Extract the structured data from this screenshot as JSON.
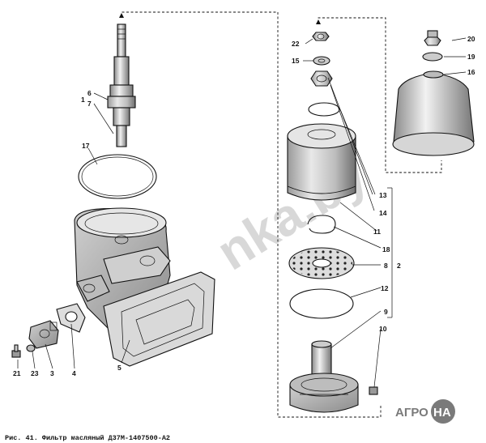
{
  "caption": "Рис. 41. Фильтр масляный Д37М-1407500-А2",
  "watermark": "nka.by",
  "logo": {
    "left": "АГРО",
    "right": "НА"
  },
  "labels": {
    "n1": "1",
    "n2": "2",
    "n3": "3",
    "n4": "4",
    "n5": "5",
    "n6": "6",
    "n7": "7",
    "n8": "8",
    "n9": "9",
    "n10": "10",
    "n11": "11",
    "n12": "12",
    "n13": "13",
    "n14": "14",
    "n15": "15",
    "n16": "16",
    "n17": "17",
    "n18": "18",
    "n19": "19",
    "n20": "20",
    "n21": "21",
    "n22": "22",
    "n23": "23"
  },
  "colors": {
    "ink": "#111111",
    "paper": "#ffffff",
    "logo_badge": "#7a7a7a",
    "watermark": "#d8d8d8"
  }
}
